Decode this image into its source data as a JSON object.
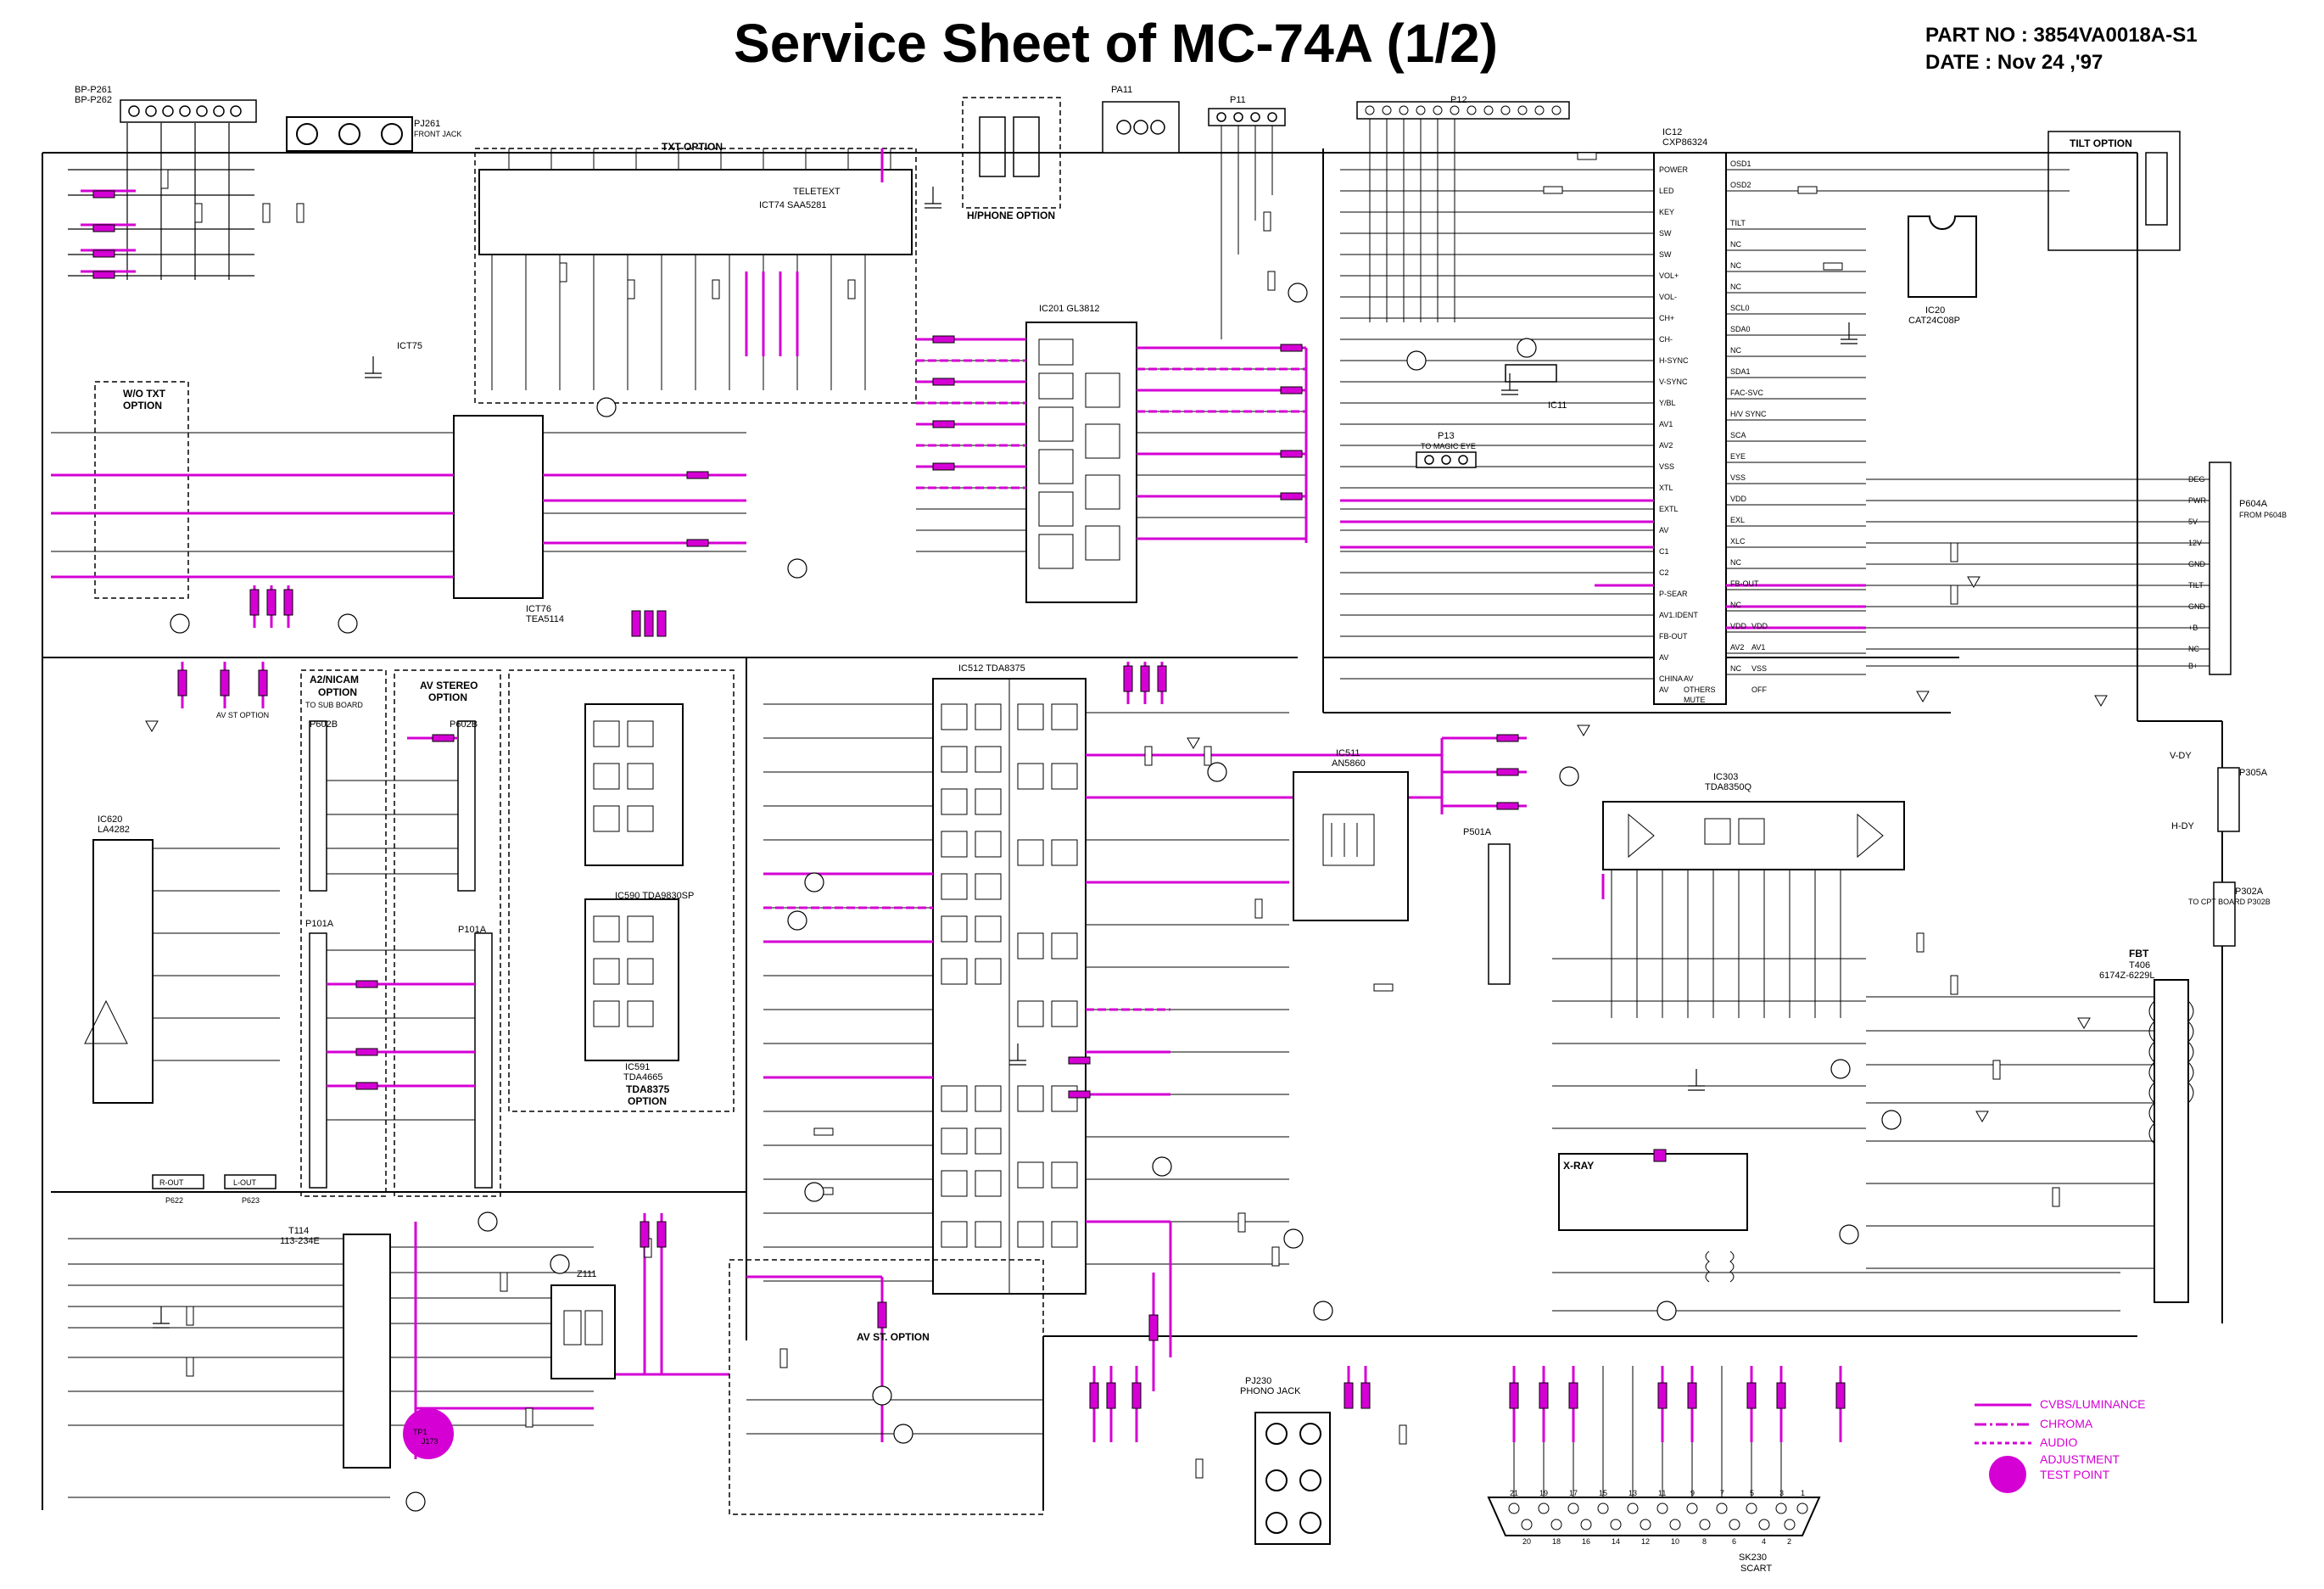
{
  "sheet": {
    "title": "Service Sheet of MC-74A  (1/2)",
    "part_no": "PART NO : 3854VA0018A-S1",
    "date": "DATE : Nov 24 ,'97"
  },
  "colors": {
    "line": "#000000",
    "highlight": "#d400d4",
    "background": "#ffffff"
  },
  "blocks": {
    "txt_option": "TXT OPTION",
    "teletext": "TELETEXT",
    "ict74": "ICT74 SAA5281",
    "ic201": "IC201 GL3812",
    "ic12": "IC12",
    "ic12_part": "CXP86324",
    "tilt_option": "TILT OPTION",
    "ic20": "IC20",
    "ic20_part": "CAT24C08P",
    "ic11": "IC11",
    "p13": "P13",
    "p13_sub": "TO MAGIC EYE",
    "wo_txt": "W/O TXT",
    "wo_txt_option": "OPTION",
    "ict75": "ICT75",
    "ict76": "ICT76",
    "ict76_part": "TEA5114",
    "a2_nicam": "A2/NICAM",
    "a2_option": "OPTION",
    "to_subboard": "TO SUB BOARD",
    "av_stereo": "AV STEREO",
    "av_stereo_option": "OPTION",
    "av_st_option": "AV ST OPTION",
    "ic620": "IC620",
    "ic620_part": "LA4282",
    "ic512": "IC512 TDA8375",
    "ic511": "IC511",
    "ic511_part": "AN5860",
    "ic303": "IC303",
    "ic303_part": "TDA8350Q",
    "ic590": "IC590 TDA9830SP",
    "ic591": "IC591",
    "ic591_part": "TDA4665",
    "tda_option": "TDA8375",
    "tda_option2": "OPTION",
    "t114": "T114",
    "t114_part": "113-234E",
    "z111": "Z111",
    "x_ray": "X-RAY",
    "fbt": "FBT",
    "t406": "T406",
    "t406_part": "6174Z-6229L",
    "av_st_option2": "AV ST.  OPTION",
    "pj230": "PJ230",
    "pj230_sub": "PHONO JACK",
    "sk230": "SK230",
    "sk230_sub": "SCART",
    "pj261": "PJ261",
    "pj261_sub": "FRONT JACK",
    "pa11": "PA11",
    "h_phone": "H/PHONE OPTION",
    "p11": "P11",
    "p12": "P12",
    "p604a": "P604A",
    "p604a_sub": "FROM P604B",
    "p302a": "P302A",
    "p302a_sub": "TO CPT BOARD P302B",
    "p305a": "P305A",
    "p501a": "P501A",
    "p602b": "P602B",
    "p101a_left": "P101A",
    "p101a_right": "P101A",
    "p602b_right": "P602B",
    "p622": "P622",
    "p623": "P623",
    "bp_p261": "BP-P261",
    "bp_p262": "BP-P262",
    "tp1": "TP1",
    "j173": "J173",
    "h_dy": "H-DY",
    "v_dy": "V-DY",
    "r_out": "R-OUT",
    "l_out": "L-OUT"
  },
  "legend": {
    "cvbs": "CVBS/LUMINANCE",
    "chroma": "CHROMA",
    "audio": "AUDIO",
    "adjust1": "ADJUSTMENT",
    "adjust2": "TEST POINT"
  },
  "ic12_pins_left": [
    "POWER",
    "LED",
    "KEY",
    "SW",
    "SW",
    "VOL+",
    "VOL-",
    "CH+",
    "CH-",
    "H-SYNC",
    "V-SYNC",
    "Y/BL",
    "AV1",
    "AV2",
    "VSS",
    "XTL",
    "EXTL",
    "AV",
    "C1",
    "C2",
    "P-SEAR",
    "AV1.IDENT",
    "FB-OUT",
    "AV",
    "CHINA",
    "AV",
    "OTHERS",
    "AV",
    "MUTE"
  ],
  "ic12_pins_right": [
    "OSD1",
    "OSD2",
    "TILT",
    "NC",
    "NC",
    "NC",
    "SCL0",
    "SDA0",
    "NC",
    "SDA1",
    "FAC-SVC",
    "H/V SYNC",
    "SCA",
    "EYE",
    "VSS",
    "VDD",
    "EXL",
    "XLC",
    "NC",
    "FB-OUT",
    "NC",
    "VDD",
    "AV2",
    "NC",
    "VSS",
    "AV1",
    "VDD",
    "OFF"
  ],
  "p604a_pins": [
    "DEG",
    "PWR",
    "5V",
    "12V",
    "GND",
    "TILT",
    "GND",
    "+B",
    "NC",
    "B+"
  ],
  "scart_pins": [
    "21",
    "19",
    "17",
    "15",
    "13",
    "11",
    "9",
    "7",
    "5",
    "3",
    "1",
    "20",
    "18",
    "16",
    "14",
    "12",
    "10",
    "8",
    "6",
    "4",
    "2"
  ]
}
